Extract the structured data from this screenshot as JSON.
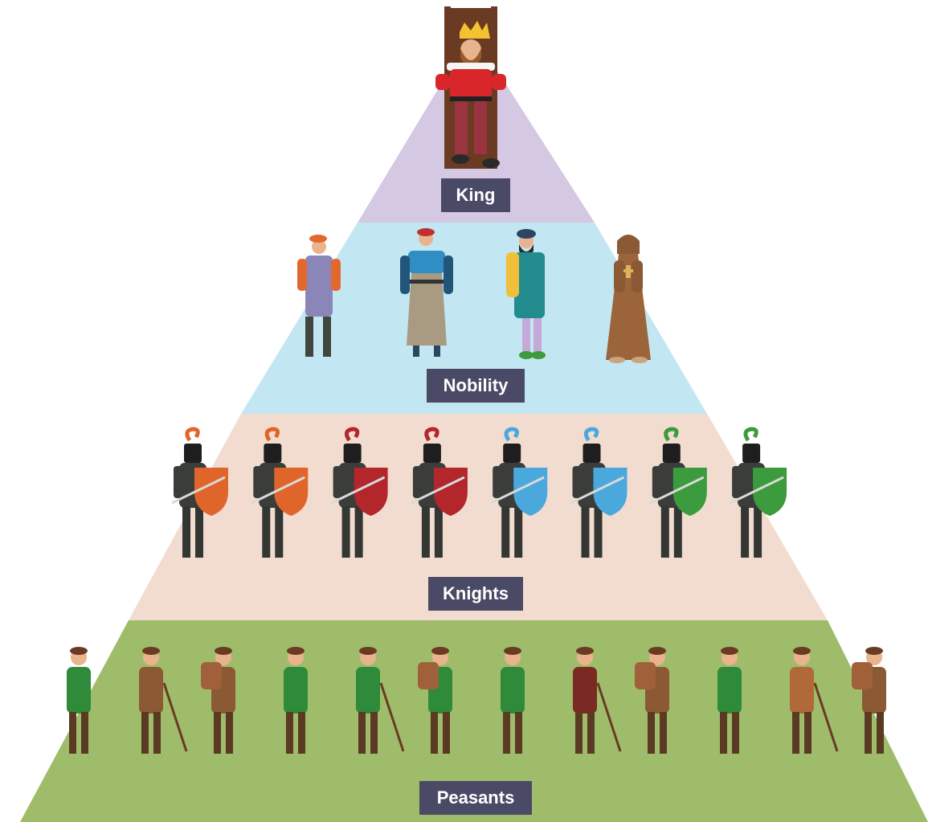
{
  "diagram": {
    "type": "feudal-pyramid",
    "colors": {
      "king": "#d5c8e2",
      "nobility": "#c2e7f2",
      "knights": "#f2dccf",
      "peasants": "#9fbc6b",
      "label_bg": "#4a4a66",
      "label_text": "#ffffff"
    },
    "tiers": [
      {
        "id": "king",
        "label": "King",
        "figures": [
          "king"
        ]
      },
      {
        "id": "nobility",
        "label": "Nobility",
        "figures": [
          "noble-orange",
          "noble-blue",
          "noble-yellow",
          "monk"
        ]
      },
      {
        "id": "knights",
        "label": "Knights",
        "figures": [
          "knight",
          "knight",
          "knight",
          "knight",
          "knight",
          "knight",
          "knight",
          "knight"
        ],
        "shield_colors": [
          "#e0652a",
          "#e0652a",
          "#b3262b",
          "#b3262b",
          "#4aa8dd",
          "#4aa8dd",
          "#3c9b3c",
          "#3c9b3c"
        ]
      },
      {
        "id": "peasants",
        "label": "Peasants",
        "figures": [
          "peasant-walking-stick",
          "peasant-boy",
          "peasant-carrying-basket",
          "peasant-woman-head-basket",
          "peasant-raking",
          "peasant-carrying-sack",
          "peasant-with-bag",
          "peasant-woman-hoe",
          "peasant-carrying-load",
          "peasant-hoeing",
          "peasant-woman-basket",
          "peasant-pitchfork"
        ]
      }
    ]
  }
}
